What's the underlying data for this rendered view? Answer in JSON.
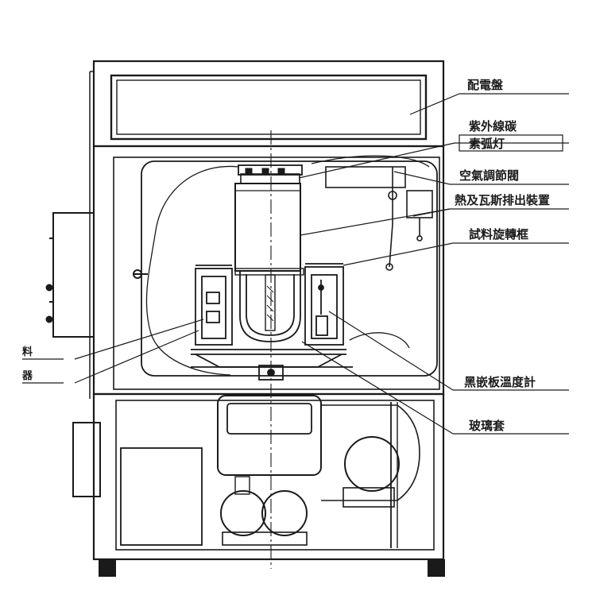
{
  "labels": {
    "distribution_board": "配電盤",
    "uv_lamp_line1": "紫外線碳",
    "uv_lamp_line2": "素弧灯",
    "air_valve": "空氣調節閥",
    "exhaust_device": "熱及瓦斯排出裝置",
    "sample_frame": "試料旋轉框",
    "black_panel_thermometer": "黑嵌板溫度計",
    "glass_cover": "玻璃套"
  },
  "cut_labels": {
    "left_upper": "料",
    "left_lower": "器"
  },
  "colors": {
    "ink": "#1a1a1a",
    "paper": "#ffffff"
  }
}
